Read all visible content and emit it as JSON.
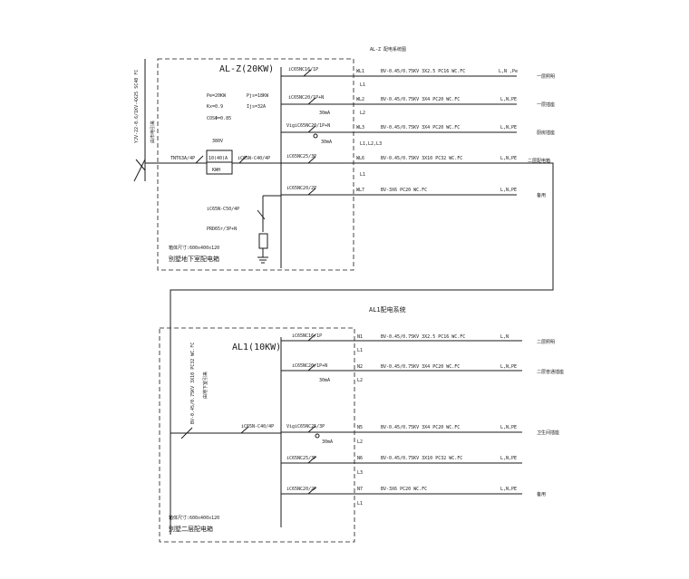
{
  "panel_top": {
    "header": "AL-Z 配电系统图",
    "feed_cable": "YJV-22-0.6/1KV-4X25 SC40 FC",
    "feed_note": "由市电引来",
    "name": "AL-Z(20KW)",
    "pe": "Pe=20KW",
    "pjs": "Pjs=18KW",
    "kx": "Kx=0.9",
    "ijs": "Ijs=32A",
    "cos": "COSΦ=0.85",
    "isolator": "TNT63A/4P",
    "meter_voltage": "380V",
    "meter_rating": "10(40)A",
    "meter_label": "KWH",
    "main_breaker": "iC65N-C40/4P",
    "spd_breaker": "iC65N-C50/4P",
    "spd": "PRD65r/3P+N",
    "box_size": "箱体尺寸:600x400x120",
    "box_title": "别墅地下室配电箱",
    "circuits": [
      {
        "breaker": "iC65NC16/1P",
        "rcd": "",
        "id": "WL1",
        "cable": "BV-0.45/0.75KV 3X2.5 PC16 WC.FC",
        "phases": "L,N ,Pe",
        "phase_line": "L1",
        "use": "一层照明"
      },
      {
        "breaker": "iC65NC20/1P+N",
        "rcd": "30mA",
        "id": "WL2",
        "cable": "BV-0.45/0.75KV 3X4 PC20 WC.FC",
        "phases": "L,N,PE",
        "phase_line": "L2",
        "use": "一层插座"
      },
      {
        "breaker": "VigiC65NC20/1P+N",
        "rcd": "30mA",
        "id": "WL3",
        "cable": "BV-0.45/0.75KV 3X4 PC20 WC.FC",
        "phases": "L,N,PE",
        "phase_line": "L1,L2,L3",
        "use": "厨房插座"
      },
      {
        "breaker": "iC65NC25/3P",
        "rcd": "",
        "id": "WL6",
        "cable": "BV-0.45/0.75KV 3X10 PC32 WC.FC",
        "phases": "L,N,PE",
        "phase_line": "L1",
        "use": "二层配电箱"
      },
      {
        "breaker": "iC65NC20/2P",
        "rcd": "",
        "id": "WL7",
        "cable": "BV-3X6 PC20 WC.FC",
        "phases": "L,N,PE",
        "phase_line": "",
        "use": "备用"
      }
    ]
  },
  "panel_bottom": {
    "header": "AL1配电系统",
    "name": "AL1(10KW)",
    "feed_cable": "BV-0.45/0.75KV 3X10 PC32 WC.FC",
    "feed_note": "由地下室引来",
    "main_breaker": "iC65N-C40/4P",
    "box_size": "箱体尺寸:600x400x120",
    "box_title": "别墅二层配电箱",
    "circuits": [
      {
        "breaker": "iC65NC16/1P",
        "rcd": "",
        "id": "N1",
        "cable": "BV-0.45/0.75KV 3X2.5 PC16 WC.FC",
        "phases": "L,N",
        "phase_line": "L1",
        "use": "二层照明"
      },
      {
        "breaker": "iC65NC20/1P+N",
        "rcd": "30mA",
        "id": "N2",
        "cable": "BV-0.45/0.75KV 3X4 PC20 WC.FC",
        "phases": "L,N,PE",
        "phase_line": "L2",
        "use": "二层普通插座"
      },
      {
        "breaker": "VigiC65NC25/3P",
        "rcd": "30mA",
        "id": "N5",
        "cable": "BV-0.45/0.75KV 3X4 PC20 WC.FC",
        "phases": "L,N,PE",
        "phase_line": "L2",
        "use": "卫生间插座"
      },
      {
        "breaker": "iC65NC25/3P",
        "rcd": "",
        "id": "N6",
        "cable": "BV-0.45/0.75KV 3X10 PC32 WC.FC",
        "phases": "L,N,PE",
        "phase_line": "L3",
        "use": ""
      },
      {
        "breaker": "iC65NC20/2P",
        "rcd": "",
        "id": "N7",
        "cable": "BV-3X6 PC20 WC.FC",
        "phases": "L,N,PE",
        "phase_line": "L1",
        "use": "备用"
      }
    ]
  }
}
